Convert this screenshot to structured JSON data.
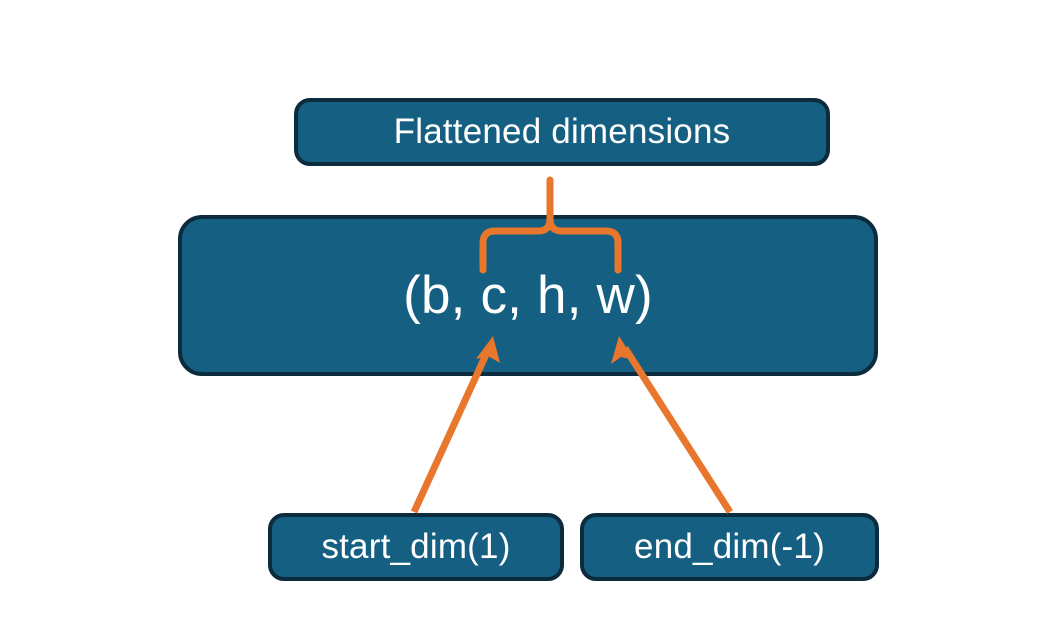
{
  "diagram": {
    "title_node": {
      "label": "Flattened dimensions"
    },
    "shape_node": {
      "label": "(b, c, h, w)"
    },
    "start_node": {
      "label": "start_dim(1)"
    },
    "end_node": {
      "label": "end_dim(-1)"
    },
    "connectors": {
      "brace": "curly-brace-up",
      "start_arrow": "arrow-up-right",
      "end_arrow": "arrow-up-left"
    },
    "colors": {
      "node_fill": "#156082",
      "node_border": "#0C2B3D",
      "node_text": "#FFFFFF",
      "accent": "#E8762C",
      "background": "#FFFFFF"
    }
  }
}
